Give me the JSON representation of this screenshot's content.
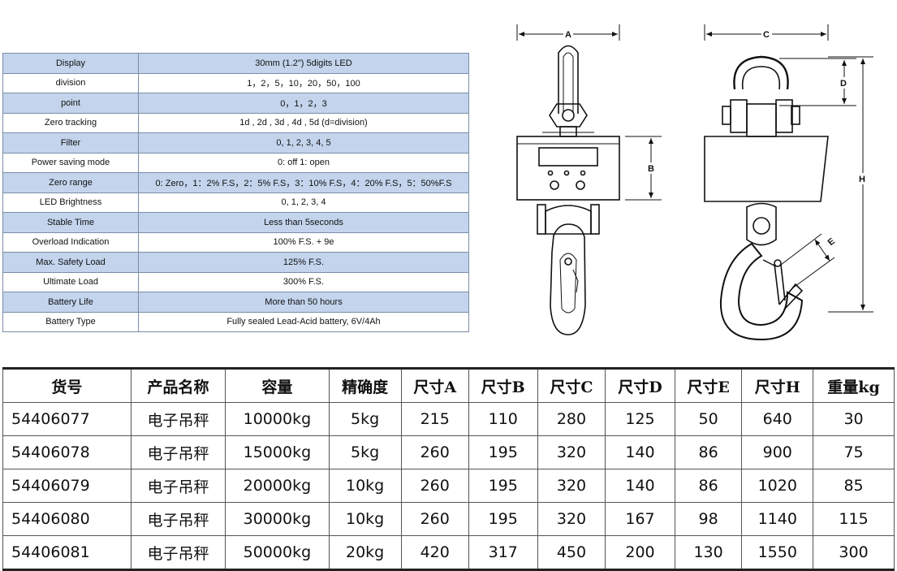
{
  "specs": {
    "rows": [
      {
        "label": "Display",
        "value": "30mm (1.2\") 5digits LED"
      },
      {
        "label": "division",
        "value": "1，2，5，10，20，50，100"
      },
      {
        "label": "point",
        "value": "0，1，2，3"
      },
      {
        "label": "Zero tracking",
        "value": "1d , 2d , 3d , 4d , 5d (d=division)"
      },
      {
        "label": "Filter",
        "value": "0, 1, 2, 3, 4, 5"
      },
      {
        "label": "Power saving mode",
        "value": "0: off 1: open"
      },
      {
        "label": "Zero range",
        "value": "0: Zero，1：2% F.S，2：5% F.S，3：10% F.S，4：20% F.S，5：50%F.S"
      },
      {
        "label": "LED Brightness",
        "value": "0, 1, 2, 3, 4"
      },
      {
        "label": "Stable Time",
        "value": "Less than 5seconds"
      },
      {
        "label": "Overload Indication",
        "value": "100% F.S. + 9e"
      },
      {
        "label": "Max. Safety Load",
        "value": "125% F.S."
      },
      {
        "label": "Ultimate Load",
        "value": "300% F.S."
      },
      {
        "label": "Battery Life",
        "value": "More than 50 hours"
      },
      {
        "label": "Battery Type",
        "value": "Fully sealed Lead-Acid battery, 6V/4Ah"
      }
    ]
  },
  "diagram": {
    "labels": {
      "a": "A",
      "b": "B",
      "c": "C",
      "d": "D",
      "e": "E",
      "h": "H"
    }
  },
  "products": {
    "headers": [
      "货号",
      "产品名称",
      "容量",
      "精确度",
      "尺寸A",
      "尺寸B",
      "尺寸C",
      "尺寸D",
      "尺寸E",
      "尺寸H",
      "重量kg"
    ],
    "rows": [
      [
        "54406077",
        "电子吊秤",
        "10000kg",
        "5kg",
        "215",
        "110",
        "280",
        "125",
        "50",
        "640",
        "30"
      ],
      [
        "54406078",
        "电子吊秤",
        "15000kg",
        "5kg",
        "260",
        "195",
        "320",
        "140",
        "86",
        "900",
        "75"
      ],
      [
        "54406079",
        "电子吊秤",
        "20000kg",
        "10kg",
        "260",
        "195",
        "320",
        "140",
        "86",
        "1020",
        "85"
      ],
      [
        "54406080",
        "电子吊秤",
        "30000kg",
        "10kg",
        "260",
        "195",
        "320",
        "167",
        "98",
        "1140",
        "115"
      ],
      [
        "54406081",
        "电子吊秤",
        "50000kg",
        "20kg",
        "420",
        "317",
        "450",
        "200",
        "130",
        "1550",
        "300"
      ]
    ]
  }
}
